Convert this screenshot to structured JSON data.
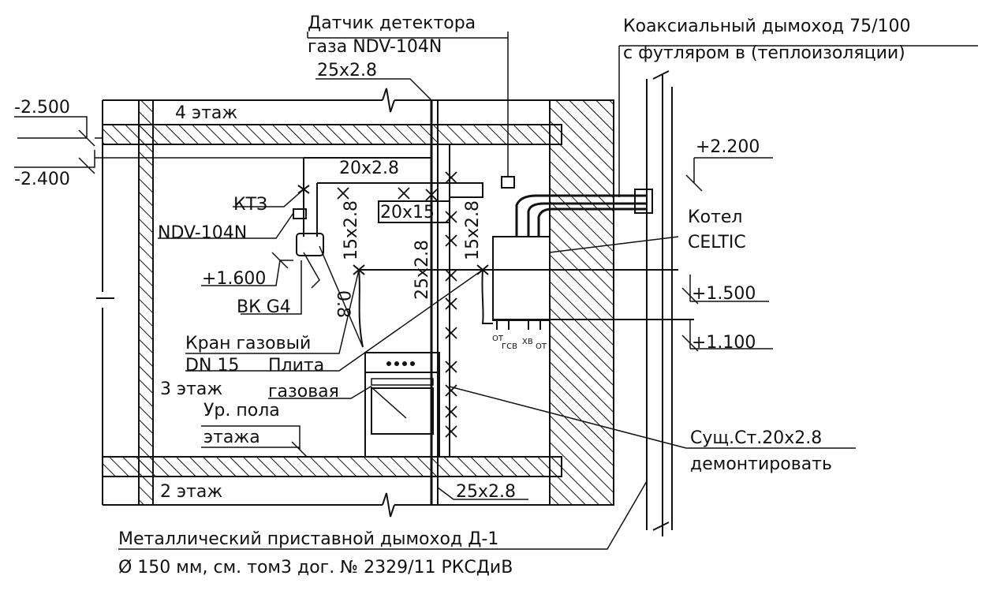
{
  "labels": {
    "sensor_line1": "Датчик детектора",
    "sensor_line2": "газа NDV-104N",
    "flue_line1": "Коаксиальный дымоход 75/100",
    "flue_line2": "с футляром в (теплоизоляции)",
    "pipe_25_top": "25х2.8",
    "level_minus_2500": "-2.500",
    "level_minus_2400": "-2.400",
    "floor4": "4 этаж",
    "floor3": "3 этаж",
    "floor2": "2 этаж",
    "pipe_20_top": "20х2.8",
    "pipe_20x15": "20х15",
    "level_plus_2200": "+2.200",
    "kt3": "КТЗ",
    "ndv": "NDV-104N",
    "pipe_15_left": "15х2.8",
    "pipe_25_vertical": "25х2.8",
    "pipe_15_right": "15х2.8",
    "boiler_line1": "Котел",
    "boiler_line2": "CELTIC",
    "level_plus_1600": "+1.600",
    "level_plus_1500": "+1.500",
    "bk": "ВК G4",
    "pipe_08": "0.8",
    "level_plus_1100": "+1.100",
    "tap_line1": "Кран газовый",
    "tap_line2": "DN 15",
    "stove_line1": "Плита",
    "stove_line2": "газовая",
    "floor_level_line1": "Ур. пола",
    "floor_level_line2": "этажа",
    "existing_line1": "Сущ.Ст.20х2.8",
    "existing_line2": "демонтировать",
    "pipe_25_bottom": "25х2.8",
    "chimney_line1": "Металлический приставной дымоход Д-1",
    "chimney_line2": "Ø 150 мм, см. том3 дог. № 2329/11 РКСДиВ",
    "boiler_ot_left": "ОТ",
    "boiler_gvs": "ГСВ",
    "boiler_xv": "ХВ",
    "boiler_ot_right": "ОТ"
  }
}
